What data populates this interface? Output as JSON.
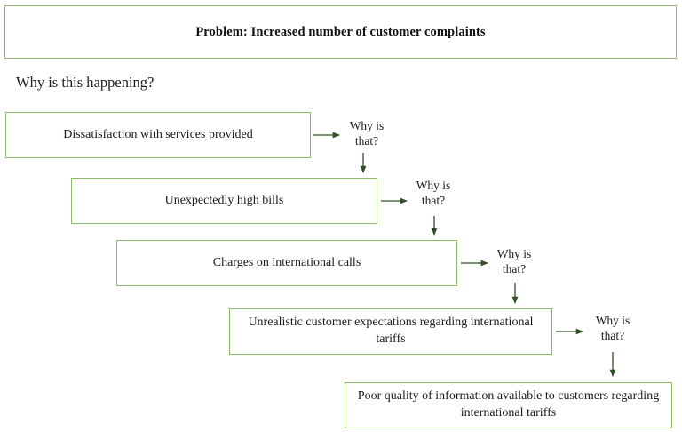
{
  "title": {
    "text": "Problem: Increased number of customer complaints"
  },
  "prompt": {
    "text": "Why is this happening?"
  },
  "colors": {
    "box_border": "#8cb96a",
    "arrow": "#2f4f26",
    "text": "#1a1a1a",
    "background": "#ffffff"
  },
  "diagram": {
    "type": "5-whys",
    "causes": [
      {
        "id": "cause-1",
        "text": "Dissatisfaction with services provided"
      },
      {
        "id": "cause-2",
        "text": "Unexpectedly high bills"
      },
      {
        "id": "cause-3",
        "text": "Charges on international calls"
      },
      {
        "id": "cause-4",
        "text": "Unrealistic customer expectations regarding international tariffs"
      },
      {
        "id": "cause-5",
        "text": "Poor quality of information available to customers regarding international tariffs"
      }
    ],
    "why_labels": [
      {
        "id": "why-1",
        "line1": "Why is",
        "line2": "that?"
      },
      {
        "id": "why-2",
        "line1": "Why is",
        "line2": "that?"
      },
      {
        "id": "why-3",
        "line1": "Why is",
        "line2": "that?"
      },
      {
        "id": "why-4",
        "line1": "Why is",
        "line2": "that?"
      }
    ]
  }
}
